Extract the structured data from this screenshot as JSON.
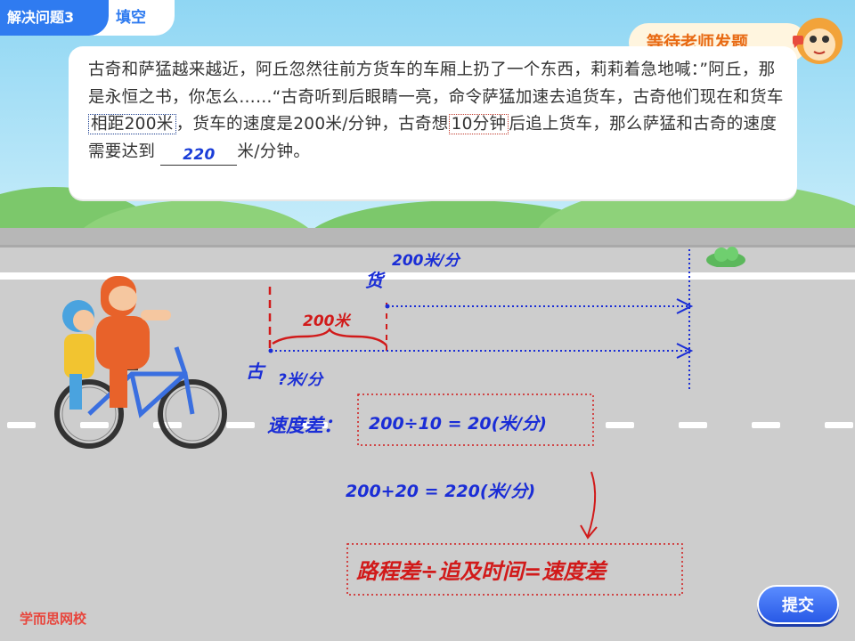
{
  "header": {
    "section_label": "解决问题3",
    "mode_label": "填空"
  },
  "status": {
    "waiting_label": "等待老师发题"
  },
  "question": {
    "part1": "古奇和萨猛越来越近，阿丘忽然往前方货车的车厢上扔了一个东西，莉莉着急地喊：”阿丘，那是永恒之书，你怎么……“古奇听到后眼睛一亮，命令萨猛加速去追货车，古奇他们现在和货车",
    "highlight1": "相距200米",
    "part2": "，货车的速度是200米/分钟，古奇想",
    "highlight2": "10分钟",
    "part3": "后追上货车，那么萨猛和古奇的速度需要达到",
    "answer": "220",
    "part4": "米/分钟。"
  },
  "annotations": {
    "truck_label": "货",
    "truck_speed": "200米/分",
    "distance_label": "200米",
    "gu_label": "古",
    "gu_speed": "?米/分",
    "eq1_label": "速度差：",
    "eq1": "200÷10 = 20(米/分)",
    "eq2": "200+20 = 220(米/分)",
    "formula": "路程差÷追及时间=速度差"
  },
  "footer": {
    "brand": "学而思网校",
    "submit_label": "提交"
  },
  "colors": {
    "primary": "#2f7bf0",
    "ink_blue": "#1a2dd6",
    "ink_red": "#d11a1a",
    "accent_orange": "#e86a14"
  }
}
